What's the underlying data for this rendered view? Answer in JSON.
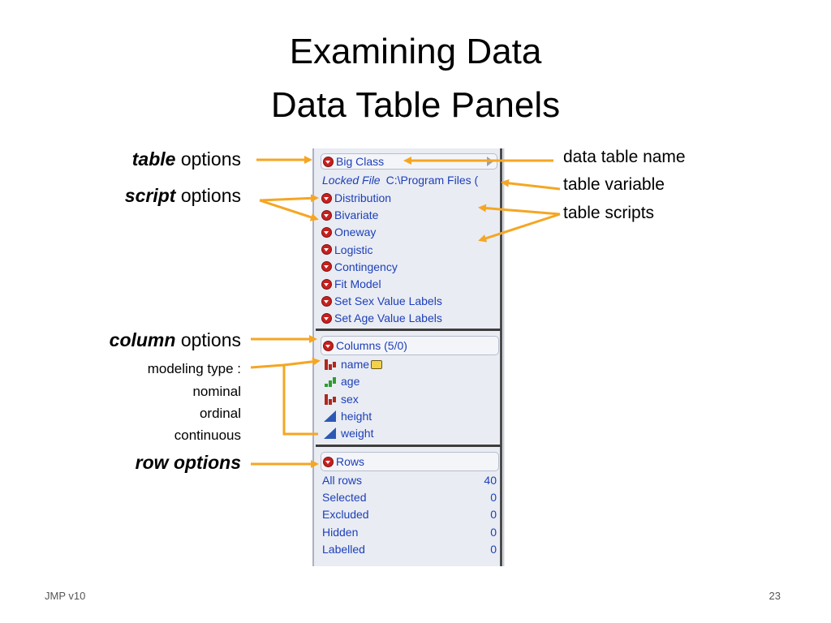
{
  "slide": {
    "title_line1": "Examining Data",
    "title_line2": "Data Table Panels",
    "footer_left": "JMP v10",
    "footer_right": "23"
  },
  "annotations": {
    "table_em": "table",
    "table_rest": " options",
    "script_em": "script",
    "script_rest": " options",
    "column_em": "column",
    "column_rest": " options",
    "modeling": "modeling type :",
    "nominal": "nominal",
    "ordinal": "ordinal",
    "continuous": "continuous",
    "row_options": "row options",
    "data_table_name": "data table name",
    "table_variable": "table variable",
    "table_scripts": "table scripts"
  },
  "panel": {
    "table_name": "Big Class",
    "locked_label": "Locked File",
    "locked_path": "C:\\Program Files (",
    "scripts": [
      "Distribution",
      "Bivariate",
      "Oneway",
      "Logistic",
      "Contingency",
      "Fit Model",
      "Set Sex Value Labels",
      "Set Age Value Labels"
    ],
    "columns_header": "Columns (5/0)",
    "columns": [
      {
        "name": "name",
        "type": "nominal"
      },
      {
        "name": "age",
        "type": "ordinal"
      },
      {
        "name": "sex",
        "type": "nominal"
      },
      {
        "name": "height",
        "type": "continuous"
      },
      {
        "name": "weight",
        "type": "continuous"
      }
    ],
    "rows_header": "Rows",
    "rows": [
      {
        "label": "All rows",
        "count": "40"
      },
      {
        "label": "Selected",
        "count": "0"
      },
      {
        "label": "Excluded",
        "count": "0"
      },
      {
        "label": "Hidden",
        "count": "0"
      },
      {
        "label": "Labelled",
        "count": "0"
      }
    ]
  },
  "colors": {
    "arrow": "#f5a623",
    "panel_text": "#1d3fb8",
    "red_triangle": "#c8201e"
  }
}
